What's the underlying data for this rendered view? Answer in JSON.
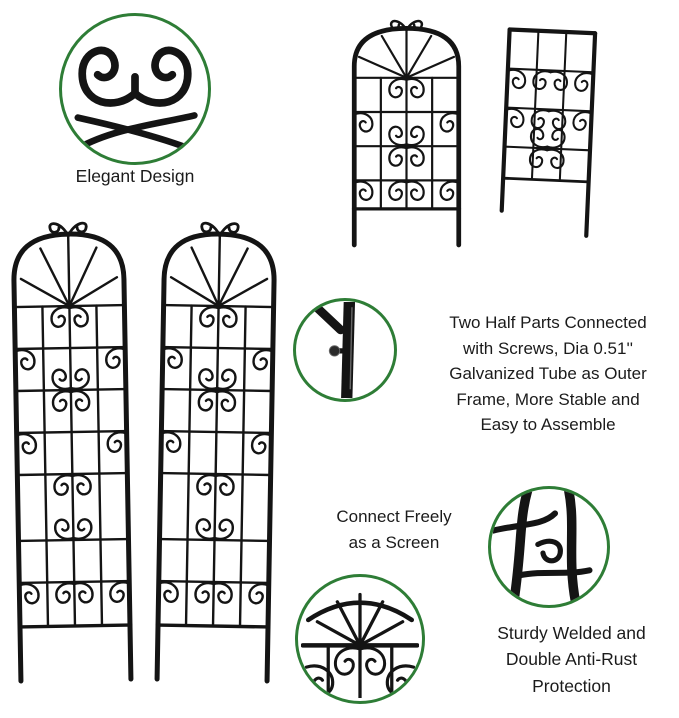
{
  "colors": {
    "accent_green": "#2e7d36",
    "metal_black": "#141414",
    "text": "#1b1b1b",
    "background": "#ffffff"
  },
  "callouts": {
    "elegant_design": {
      "label": "Elegant Design",
      "icon": "scrollwork-closeup"
    },
    "screw_connection": {
      "text": "Two Half Parts Connected with Screws, Dia 0.51'' Galvanized Tube as Outer Frame, More Stable and Easy to Assemble",
      "icon": "screw-joint-closeup"
    },
    "connect_freely": {
      "text": "Connect Freely as a Screen"
    },
    "sturdy_welded": {
      "text": "Sturdy Welded and Double Anti-Rust Protection",
      "icon": "welded-joint-closeup"
    },
    "grid_detail": {
      "icon": "trellis-grid-closeup"
    }
  },
  "photos": {
    "trellis_pair": {
      "icon": "two-trellis-panels"
    },
    "trellis_screen": {
      "icon": "trellis-folding-screen"
    }
  }
}
